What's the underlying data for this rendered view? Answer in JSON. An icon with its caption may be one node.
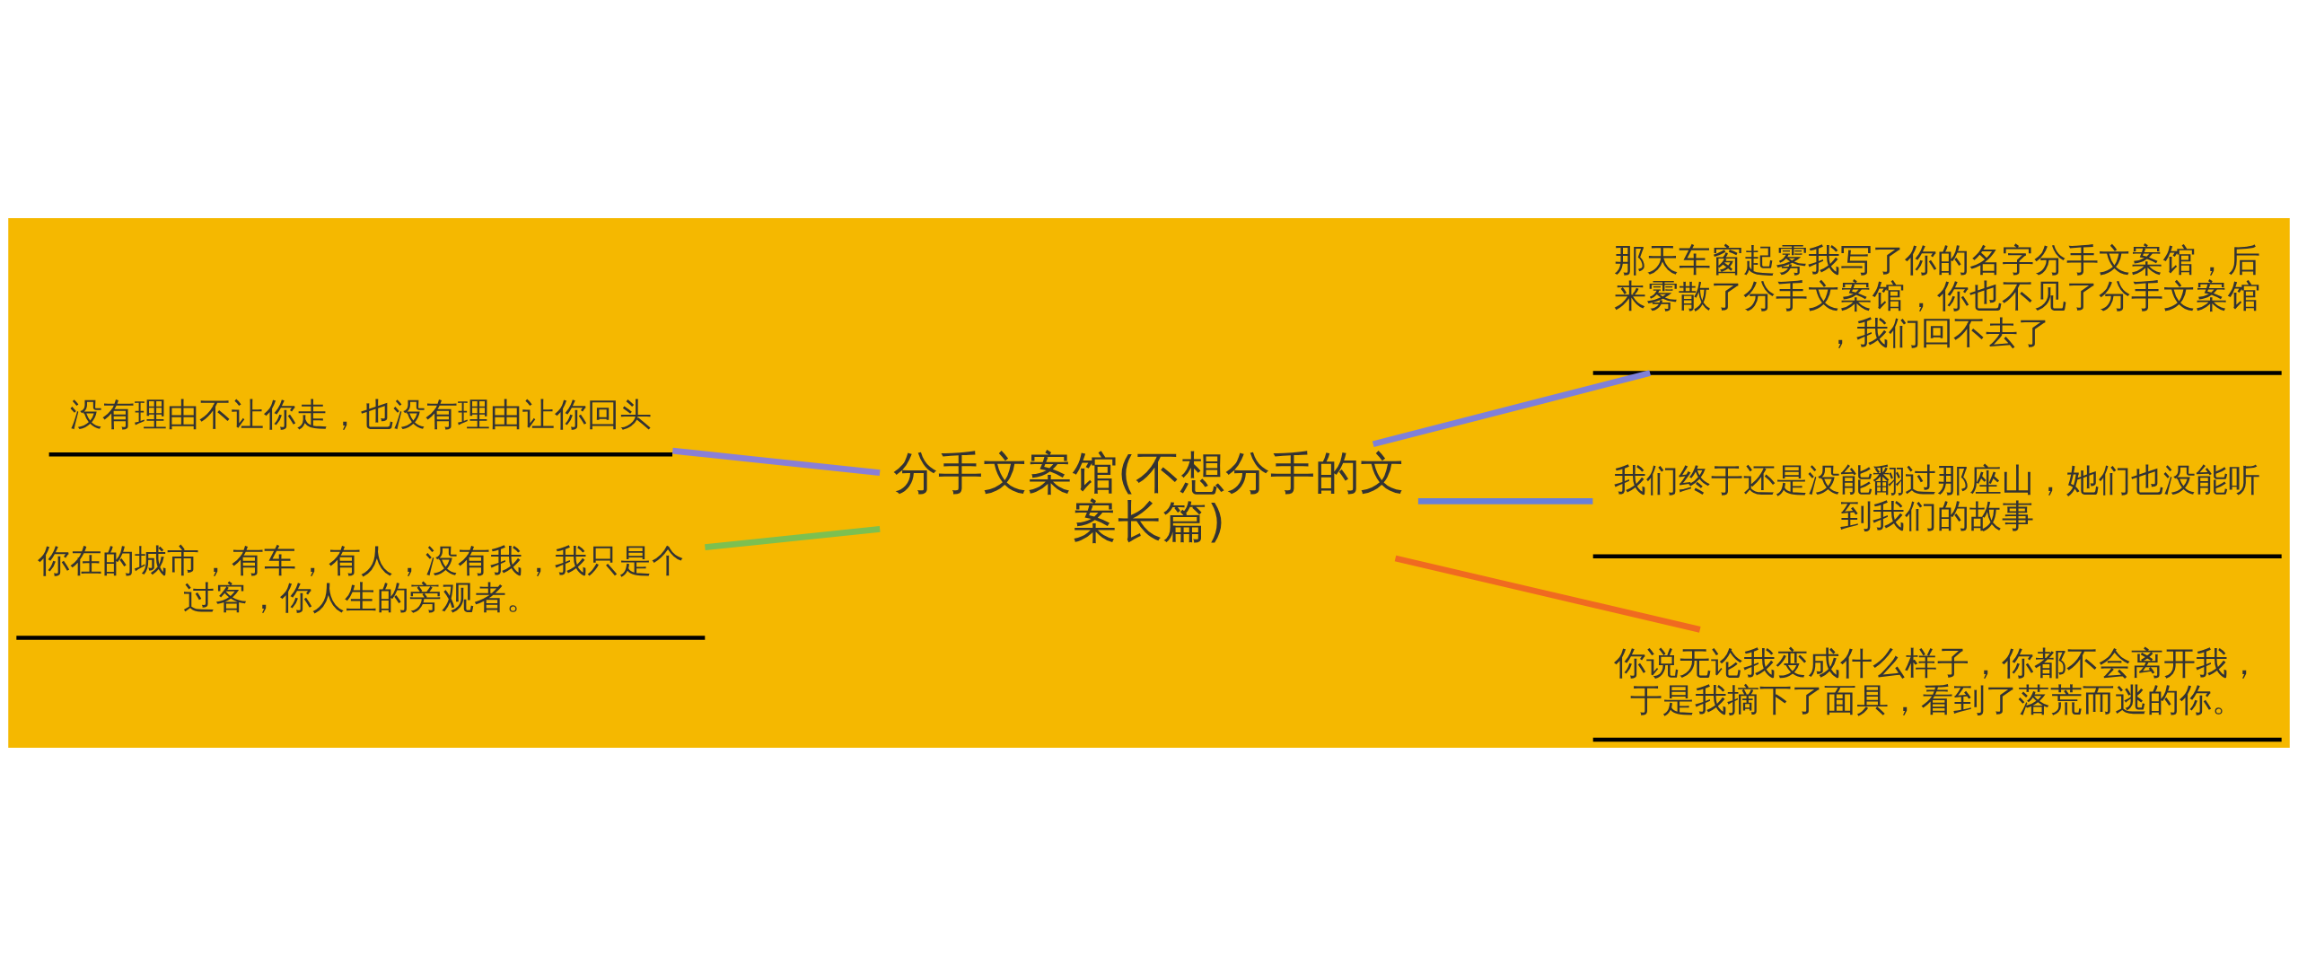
{
  "diagram": {
    "nodes": [
      {
        "text": [
          "分手文案馆(不想分手的文案长篇)"
        ]
      },
      {
        "text": [
          "没有理由不让你走，也没有理由让你回头"
        ]
      },
      {
        "text": [
          "你在的城市，有车，有人，没有我，我只是个过客，你人生的旁观者。"
        ]
      },
      {
        "text": [
          "那天车窗起雾我写了你的名字分手文案馆，后来雾散了分手文案馆，你也不见了分手文案馆，我们回不去了"
        ]
      },
      {
        "text": [
          "我们终于还是没能翻过那座山，她们也没能听到我们的故事"
        ]
      },
      {
        "text": [
          "你说无论我变成什么样子，你都不会离开我，于是我摘下了面具，看到了落荒而逃的你。"
        ]
      }
    ],
    "edges": [
      {
        "from": 0,
        "to": 1,
        "arrow": "none",
        "color": "#8a7fd6"
      },
      {
        "from": 0,
        "to": 2,
        "arrow": "none",
        "color": "#7cc050"
      },
      {
        "from": 0,
        "to": 3,
        "arrow": "none",
        "color": "#7f80d8"
      },
      {
        "from": 0,
        "to": 4,
        "arrow": "none",
        "color": "#6a7fd8"
      },
      {
        "from": 0,
        "to": 5,
        "arrow": "none",
        "color": "#f06a20"
      }
    ]
  }
}
